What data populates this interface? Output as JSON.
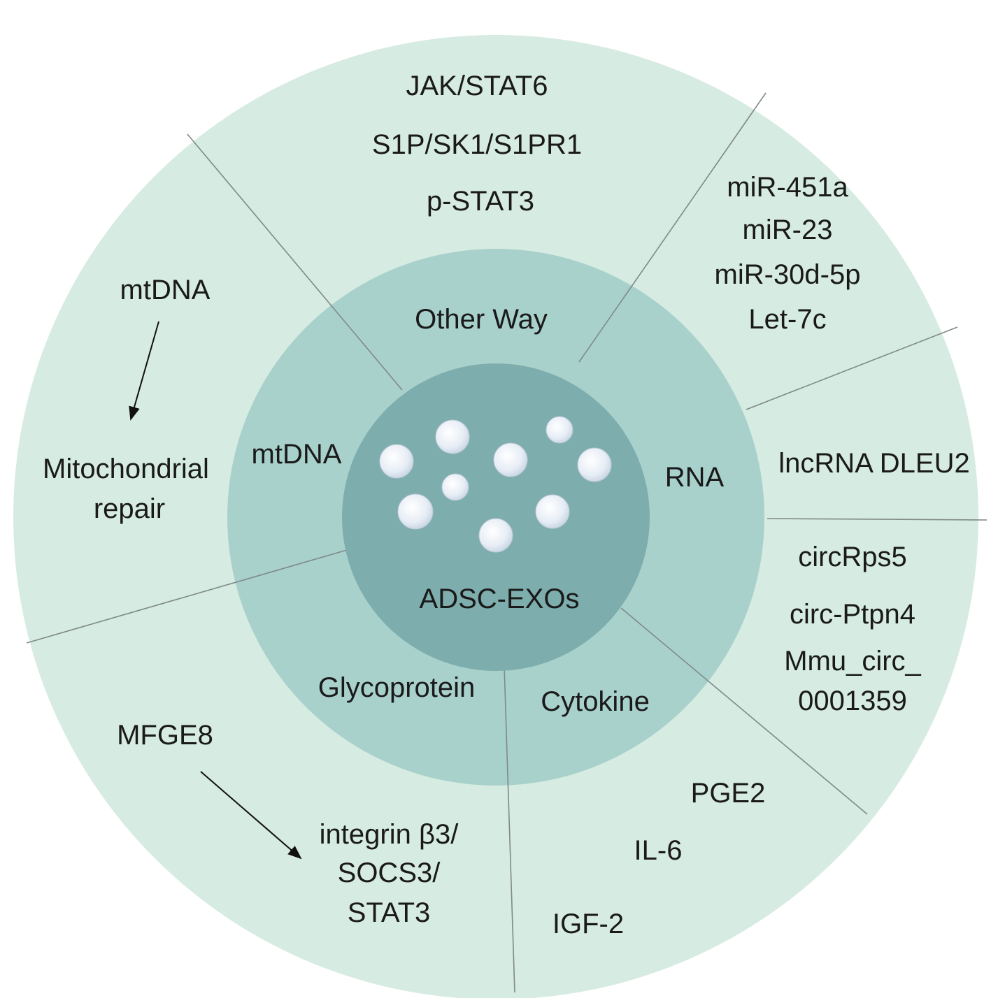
{
  "colors": {
    "outer_ring": "#d6ebe1",
    "middle_ring": "#a9d1cc",
    "core": "#7dadac",
    "divider": "#7f8a86",
    "text": "#1a1a1a",
    "vesicle": "#eef3f9"
  },
  "core": {
    "label": "ADSC-EXOs"
  },
  "categories": {
    "other_way": "Other Way",
    "rna": "RNA",
    "cytokine": "Cytokine",
    "glycoprotein": "Glycoprotein",
    "mtdna": "mtDNA"
  },
  "outer": {
    "other_way": [
      "JAK/STAT6",
      "S1P/SK1/S1PR1",
      "p-STAT3"
    ],
    "rna_mirna": [
      "miR-451a",
      "miR-23",
      "miR-30d-5p",
      "Let-7c"
    ],
    "rna_lncrna": "lncRNA DLEU2",
    "rna_circ": [
      "circRps5",
      "circ-Ptpn4",
      "Mmu_circ_",
      "0001359"
    ],
    "cytokine": [
      "PGE2",
      "IL-6",
      "IGF-2"
    ],
    "glycoprotein_source": "MFGE8",
    "glycoprotein_target": [
      "integrin β3/",
      "SOCS3/",
      "STAT3"
    ],
    "mtdna_source": "mtDNA",
    "mtdna_target": [
      "Mitochondrial",
      "repair"
    ]
  },
  "icons": {
    "vesicle": "vesicle-icon",
    "arrow": "arrow-down-right-icon"
  }
}
